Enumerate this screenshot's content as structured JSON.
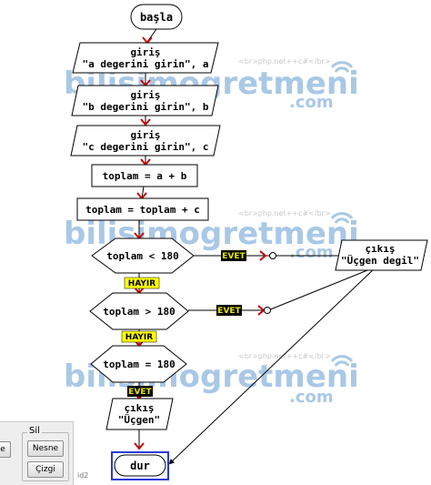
{
  "flowchart": {
    "start": "başla",
    "input_a": {
      "line1": "giriş",
      "line2": "\"a degerini girin\", a"
    },
    "input_b": {
      "line1": "giriş",
      "line2": "\"b degerini girin\", b"
    },
    "input_c": {
      "line1": "giriş",
      "line2": "\"c degerini girin\", c"
    },
    "process_1": "toplam = a + b",
    "process_2": "toplam = toplam + c",
    "decision_1": "toplam < 180",
    "decision_2": "toplam > 180",
    "decision_3": "toplam = 180",
    "output_not": {
      "line1": "çıkış",
      "line2": "\"Üçgen degil\""
    },
    "output_yes": {
      "line1": "çıkış",
      "line2": "\"Üçgen\""
    },
    "end": "dur",
    "tag_yes_1": "EVET",
    "tag_yes_2": "EVET",
    "tag_yes_3": "EVET",
    "tag_no_1": "HAYIR",
    "tag_no_2": "HAYIR"
  },
  "watermark": {
    "brand": "bilisimogretmeni",
    "domain": ".com",
    "slogan": "<br>php.net++c#</br>"
  },
  "toolbar": {
    "group_label": "Sil",
    "nesne_button": "Nesne",
    "cizgi_button": "Çizgi",
    "left_button": "e",
    "id_label": "id2"
  },
  "colors": {
    "arrow_red": "#cc0000",
    "tag_yes_bg": "#000000",
    "tag_yes_text": "#e8e800",
    "tag_no_bg": "#ffff00",
    "selection_border": "#2b39d6",
    "watermark": "#a9c8e6"
  }
}
